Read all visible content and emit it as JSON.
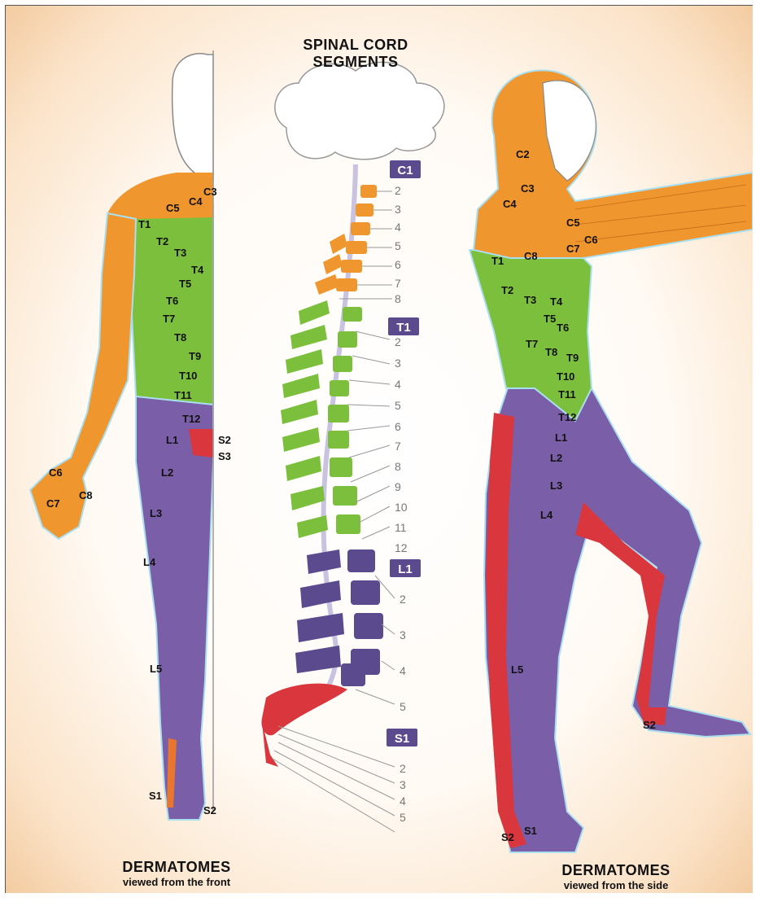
{
  "title": {
    "line1": "SPINAL CORD",
    "line2": "SEGMENTS"
  },
  "front_caption": {
    "title": "DERMATOMES",
    "subtitle": "viewed from the front"
  },
  "side_caption": {
    "title": "DERMATOMES",
    "subtitle": "viewed from the side"
  },
  "colors": {
    "cervical": "#f0962f",
    "thoracic": "#7cbf3c",
    "lumbar": "#7a5fa8",
    "sacral": "#d9363e",
    "skin": "#ffffff",
    "background": "#f6d2aa"
  },
  "front_labels": [
    "C3",
    "C4",
    "C5",
    "T1",
    "T2",
    "T3",
    "T4",
    "T5",
    "T6",
    "T7",
    "T8",
    "T9",
    "T10",
    "T11",
    "T12",
    "L1",
    "S2",
    "S3",
    "C6",
    "L2",
    "C7",
    "C8",
    "L3",
    "L4",
    "L5",
    "S1",
    "S2"
  ],
  "side_labels": [
    "C2",
    "C3",
    "C4",
    "C5",
    "C6",
    "C7",
    "T1",
    "C8",
    "T2",
    "T3",
    "T4",
    "T5",
    "T6",
    "T7",
    "T8",
    "T9",
    "T10",
    "T11",
    "T12",
    "L1",
    "L2",
    "L3",
    "L4",
    "L5",
    "S2",
    "S2",
    "S1"
  ],
  "spine_boxes": [
    "C1",
    "T1",
    "L1",
    "S1"
  ],
  "spine_numbers": {
    "cervical": [
      "2",
      "3",
      "4",
      "5",
      "6",
      "7",
      "8"
    ],
    "thoracic": [
      "2",
      "3",
      "4",
      "5",
      "6",
      "7",
      "8",
      "9",
      "10",
      "11",
      "12"
    ],
    "lumbar": [
      "2",
      "3",
      "4",
      "5"
    ],
    "sacral": [
      "2",
      "3",
      "4",
      "5"
    ]
  }
}
